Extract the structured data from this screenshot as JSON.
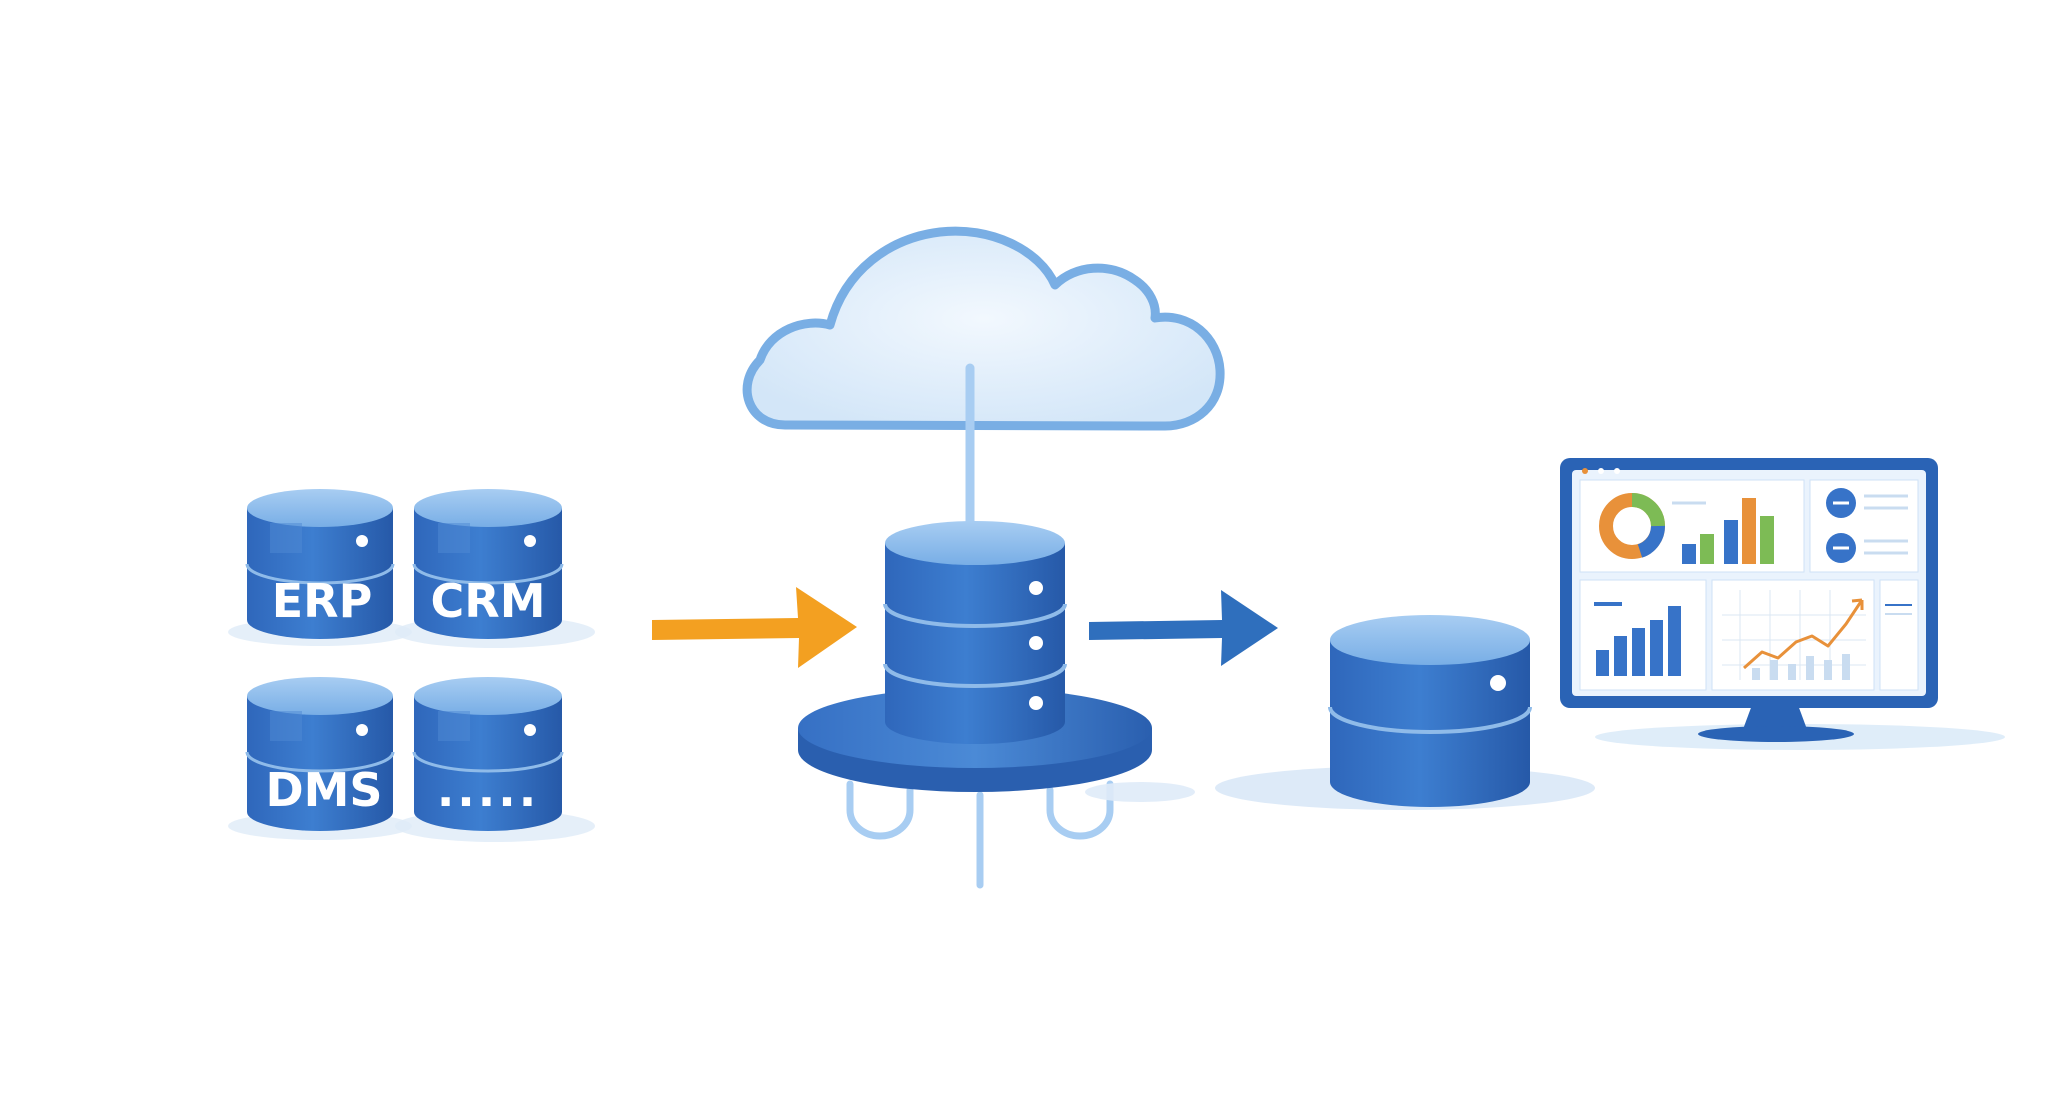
{
  "sources": {
    "erp_label": "ERP",
    "crm_label": "CRM",
    "dms_label": "DMS",
    "more_label": "....."
  },
  "colors": {
    "db_blue": "#3773c8",
    "db_blue_dark": "#2659a8",
    "db_top": "#8ab8ea",
    "ingest_arrow": "#f3a021",
    "output_arrow": "#2f6fbd",
    "cloud_outline": "#79aee4",
    "cloud_fill": "#e4f0fb",
    "monitor_frame": "#2a63b5",
    "chart_orange": "#e8913a",
    "chart_green": "#7dbb55"
  },
  "icons": {
    "cloud": "cloud-icon",
    "warehouse": "server-stack-icon",
    "target": "database-icon",
    "dashboard": "monitor-icon"
  }
}
